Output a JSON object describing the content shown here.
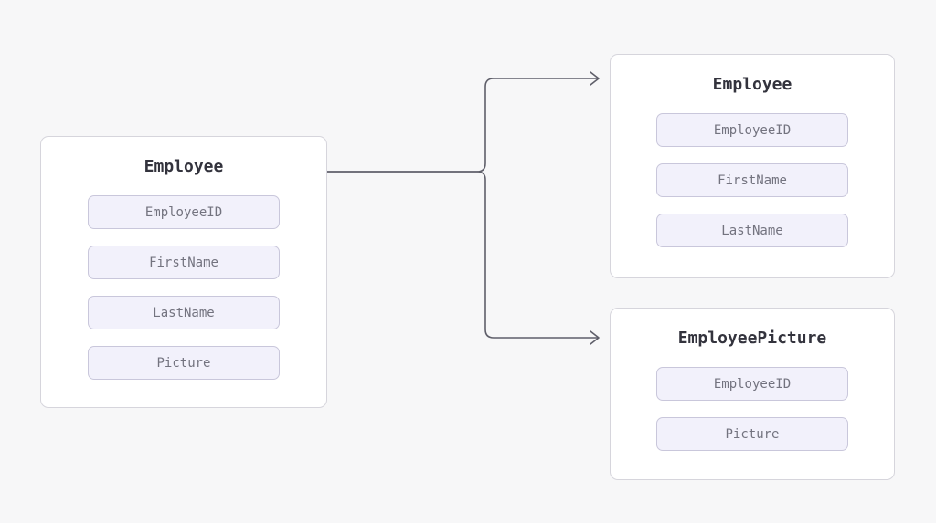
{
  "colors": {
    "page_bg": "#f7f7f8",
    "card_bg": "#ffffff",
    "card_border": "#d6d5dc",
    "field_bg": "#f2f1fb",
    "field_border": "#c9c7db",
    "field_text": "#73737f",
    "title_text": "#33333d",
    "connector": "#5f5f6a"
  },
  "diagram": {
    "tables": [
      {
        "title": "Employee",
        "fields": [
          "EmployeeID",
          "FirstName",
          "LastName",
          "Picture"
        ]
      },
      {
        "title": "Employee",
        "fields": [
          "EmployeeID",
          "FirstName",
          "LastName"
        ]
      },
      {
        "title": "EmployeePicture",
        "fields": [
          "EmployeeID",
          "Picture"
        ]
      }
    ],
    "connections": [
      {
        "from": "Employee (source)",
        "to": "Employee",
        "arrow": "open-chevron"
      },
      {
        "from": "Employee (source)",
        "to": "EmployeePicture",
        "arrow": "open-chevron"
      }
    ]
  }
}
